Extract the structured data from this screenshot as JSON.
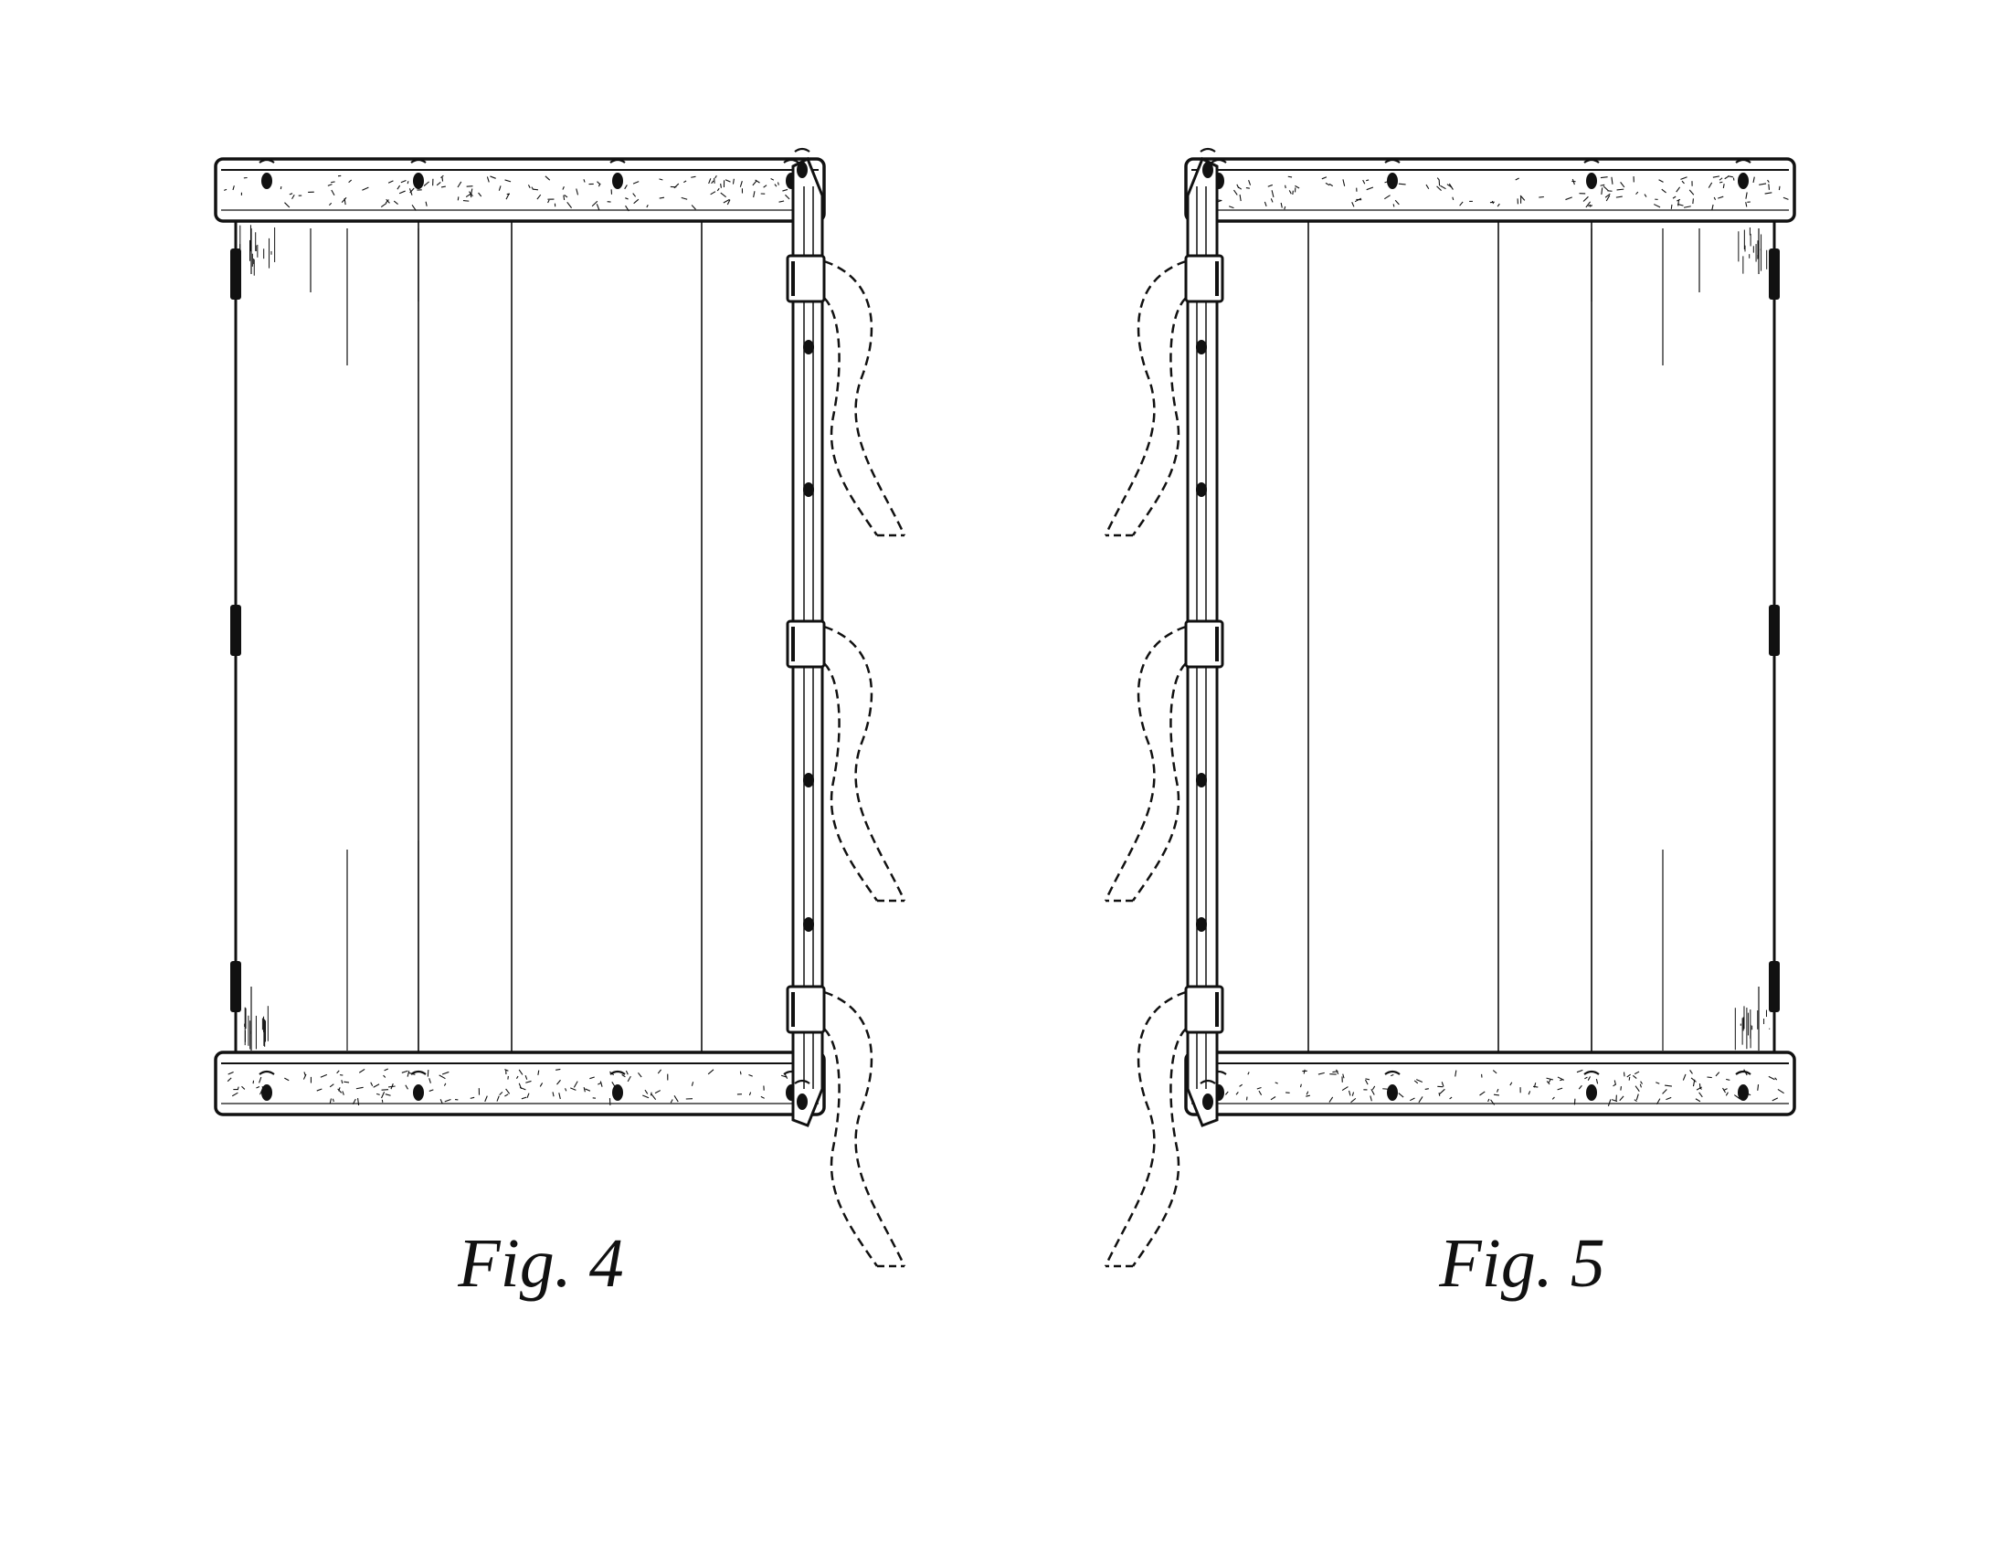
{
  "figures": [
    {
      "id": "fig4",
      "label": "Fig. 4",
      "side_panel": "right"
    },
    {
      "id": "fig5",
      "label": "Fig. 5",
      "side_panel": "left"
    }
  ],
  "colors": {
    "ink": "#111111",
    "background": "#ffffff"
  }
}
